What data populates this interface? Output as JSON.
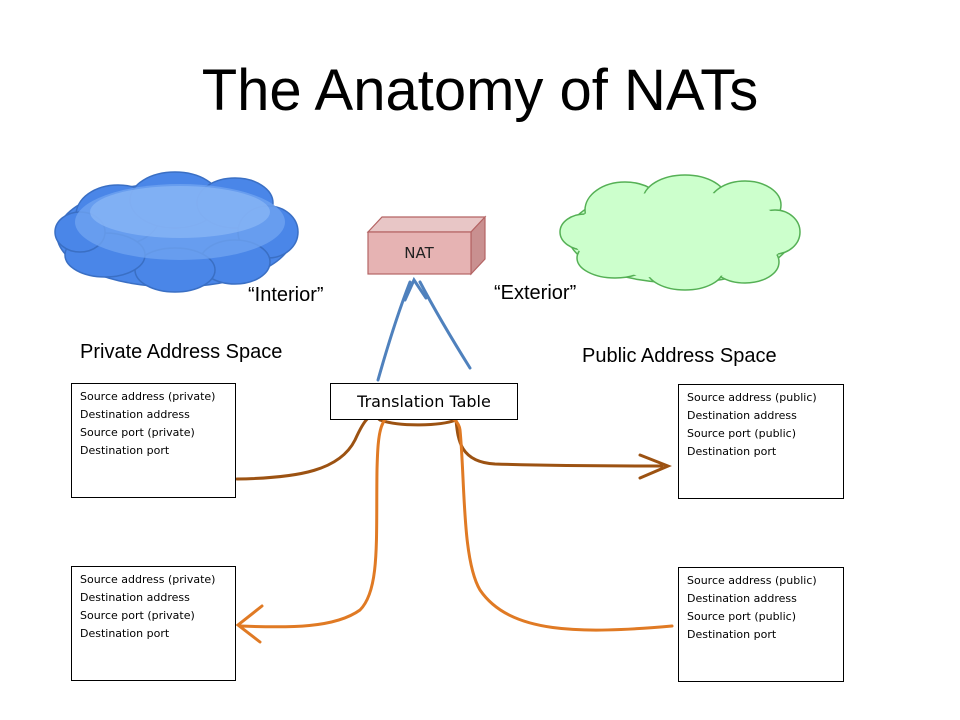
{
  "title": "The Anatomy of NATs",
  "nat_box": {
    "label": "NAT",
    "color": "#e6b3b3"
  },
  "clouds": {
    "private_color": "#4a86e8",
    "public_color": "#ccffcc"
  },
  "labels": {
    "private_space": "Private Address Space",
    "public_space": "Public Address Space",
    "interior": "“Interior”",
    "exterior": "“Exterior”",
    "translation_table": "Translation Table"
  },
  "headers": {
    "private_top": [
      "Source address (private)",
      "Destination address",
      "Source port (private)",
      "Destination port"
    ],
    "public_top": [
      "Source address (public)",
      "Destination address",
      "Source port (public)",
      "Destination port"
    ],
    "private_bottom": [
      "Source address (private)",
      "Destination address",
      "Source port (private)",
      "Destination port"
    ],
    "public_bottom": [
      "Source address (public)",
      "Destination address",
      "Source port (public)",
      "Destination port"
    ]
  },
  "arrow_colors": {
    "outbound": "#9c5212",
    "inbound": "#e07a24",
    "nat_link": "#4f81bd"
  }
}
